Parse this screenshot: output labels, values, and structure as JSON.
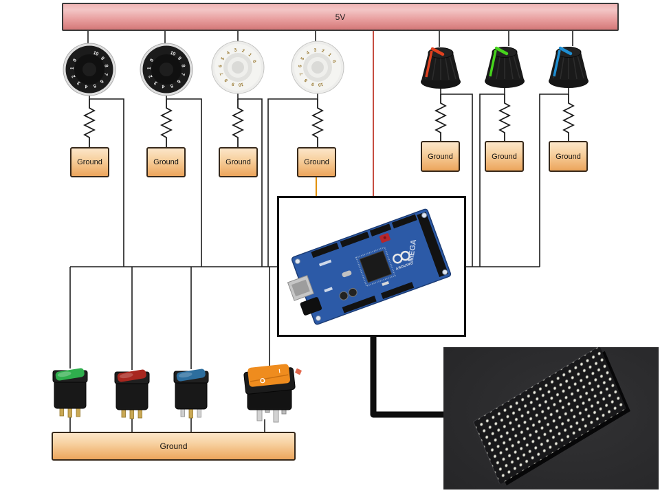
{
  "power_rail": {
    "label": "5V",
    "fill_top": "#f3c6c6",
    "fill_bottom": "#d47878",
    "power_wire_color": "#c0392b"
  },
  "labels": {
    "ground": "Ground"
  },
  "knob_numbers": [
    "0",
    "1",
    "2",
    "3",
    "4",
    "5",
    "6",
    "7",
    "8",
    "9",
    "10"
  ],
  "potentiometers": {
    "left": [
      {
        "name": "speed-knob-black-1",
        "style": "black",
        "scale": "0-10"
      },
      {
        "name": "speed-knob-black-2",
        "style": "black",
        "scale": "0-10"
      },
      {
        "name": "speed-knob-clear-1",
        "style": "clear",
        "scale": "0-10"
      },
      {
        "name": "speed-knob-clear-2",
        "style": "clear",
        "scale": "0-10"
      }
    ],
    "right": [
      {
        "name": "pointer-knob-red",
        "pointer_color": "#e0411f"
      },
      {
        "name": "pointer-knob-green",
        "pointer_color": "#46d41c"
      },
      {
        "name": "pointer-knob-blue",
        "pointer_color": "#1e8ed2"
      }
    ]
  },
  "switches": [
    {
      "name": "rocker-green",
      "color": "#2fae4d"
    },
    {
      "name": "rocker-red",
      "color": "#a8271f"
    },
    {
      "name": "rocker-blue",
      "color": "#2d6e9e"
    },
    {
      "name": "rocker-orange",
      "color": "#ef8c1e",
      "markings": {
        "on": "I",
        "off": "O"
      }
    }
  ],
  "arduino": {
    "label": "MEGA",
    "brand": "ARDUINO"
  },
  "wire_colors": {
    "signal": "#1c1c1c",
    "power_red": "#c0392b",
    "ground_orange": "#e2920e",
    "data_thick": "#0d0d0d"
  }
}
